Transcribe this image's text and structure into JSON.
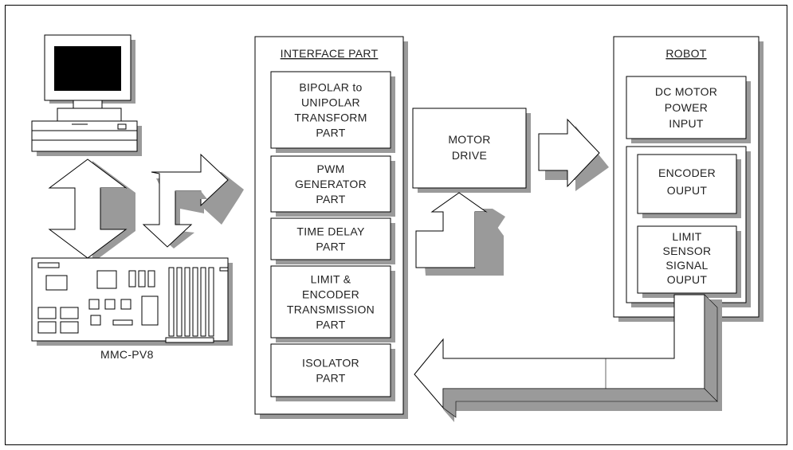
{
  "interface": {
    "title": "INTERFACE PART",
    "parts": [
      [
        "BIPOLAR to",
        "UNIPOLAR",
        "TRANSFORM",
        "PART"
      ],
      [
        "PWM",
        "GENERATOR",
        "PART"
      ],
      [
        "TIME DELAY",
        "PART"
      ],
      [
        "LIMIT &",
        "ENCODER",
        "TRANSMISSION",
        "PART"
      ],
      [
        "ISOLATOR",
        "PART"
      ]
    ]
  },
  "motor_drive": [
    "MOTOR",
    "DRIVE"
  ],
  "robot": {
    "title": "ROBOT",
    "power": [
      "DC MOTOR",
      "POWER",
      "INPUT"
    ],
    "encoder": [
      "ENCODER",
      "OUPUT"
    ],
    "limit": [
      "LIMIT",
      "SENSOR",
      "SIGNAL",
      "OUPUT"
    ]
  },
  "board_label": "MMC-PV8",
  "colors": {
    "shadow": "#9a9a9a",
    "line": "#000000",
    "fill": "#ffffff"
  }
}
